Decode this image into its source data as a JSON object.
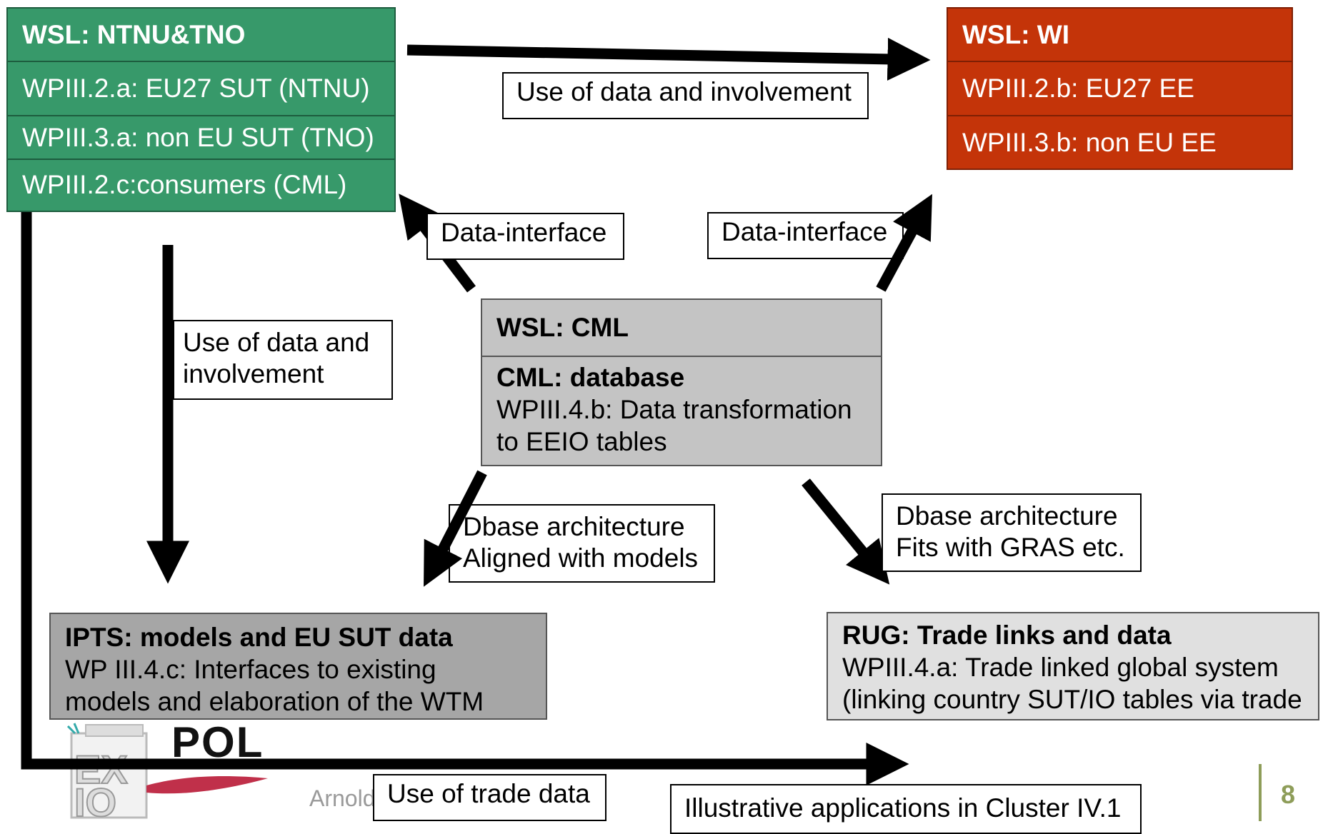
{
  "ntnu_tno": {
    "title": "WSL: NTNU&TNO",
    "rows": [
      "WPIII.2.a: EU27 SUT (NTNU)",
      "WPIII.3.a: non EU SUT (TNO)",
      "WPIII.2.c:consumers (CML)"
    ]
  },
  "wi": {
    "title": "WSL: WI",
    "rows": [
      "WPIII.2.b: EU27 EE",
      "WPIII.3.b: non EU EE"
    ]
  },
  "cml": {
    "title": "WSL: CML",
    "subtitle": "CML: database",
    "lines": [
      "WPIII.4.b: Data transformation",
      "to EEIO tables"
    ]
  },
  "ipts": {
    "title": "IPTS: models and EU SUT data",
    "lines": [
      "WP III.4.c: Interfaces  to existing",
      "models and elaboration of the WTM"
    ]
  },
  "rug": {
    "title": "RUG: Trade links and data",
    "lines": [
      "WPIII.4.a: Trade linked global system",
      "(linking country SUT/IO tables via trade"
    ]
  },
  "labels": {
    "use_data_top": "Use of data and involvement",
    "data_interface_left": "Data-interface",
    "data_interface_right": "Data-interface",
    "use_data_left": [
      "Use of data and",
      "involvement"
    ],
    "dbase_left": [
      "Dbase architecture",
      "Aligned with models"
    ],
    "dbase_right": [
      "Dbase architecture",
      "Fits with GRAS etc."
    ],
    "use_trade": "Use of trade data",
    "illustrative": "Illustrative applications in Cluster IV.1"
  },
  "footer": {
    "logo_text": "POL",
    "email_partial": "Arnold.tukker@tno",
    "page_number": "8"
  },
  "colors": {
    "green": "#37996a",
    "red": "#c43409",
    "gray": "#c4c4c4",
    "dark_gray": "#a6a6a6",
    "light_gray": "#e0e0e0",
    "page_number": "#8e9d59"
  }
}
